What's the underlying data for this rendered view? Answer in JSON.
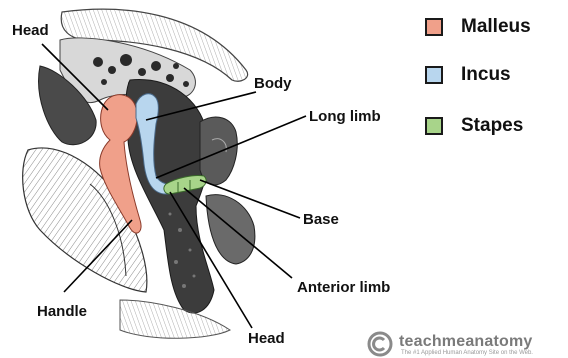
{
  "legend": [
    {
      "label": "Malleus",
      "color": "#f0a08a"
    },
    {
      "label": "Incus",
      "color": "#b8d6ee"
    },
    {
      "label": "Stapes",
      "color": "#a8d48a"
    }
  ],
  "labels": {
    "malleus_head": "Head",
    "body": "Body",
    "long_limb": "Long limb",
    "base": "Base",
    "anterior_limb": "Anterior limb",
    "handle": "Handle",
    "stapes_head": "Head"
  },
  "watermark": {
    "name": "teachmeanatomy",
    "tagline": "The #1 Applied Human Anatomy Site on the Web."
  }
}
